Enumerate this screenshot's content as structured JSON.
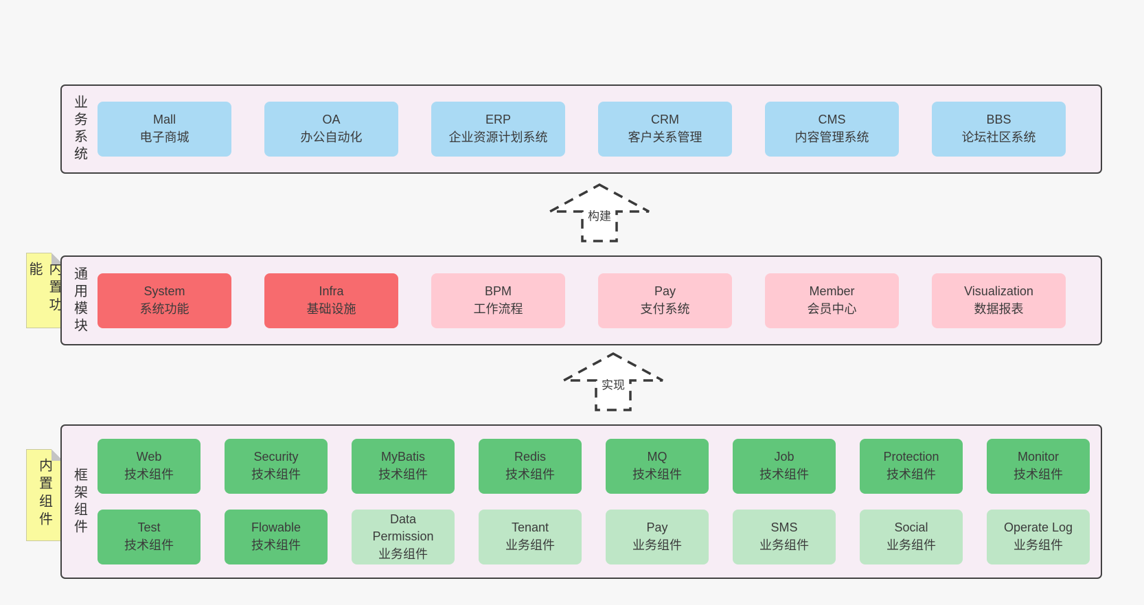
{
  "colors": {
    "page_bg": "#f7f7f7",
    "layer_bg": "#f7edf5",
    "layer_border": "#424242",
    "blue": "#aadaf4",
    "red": "#f76b6e",
    "pink": "#ffc9d2",
    "green": "#61c67a",
    "light_green": "#bee6c6",
    "sticky_yellow": "#fafa9e",
    "arrow_fill": "#ffffff",
    "text": "#3b3b3b"
  },
  "arrows": {
    "build": "构建",
    "implement": "实现"
  },
  "stickies": {
    "features": "内置功能",
    "components": "内置组件"
  },
  "layers": {
    "business": {
      "label": "业务系统",
      "items": [
        {
          "en": "Mall",
          "zh": "电子商城"
        },
        {
          "en": "OA",
          "zh": "办公自动化"
        },
        {
          "en": "ERP",
          "zh": "企业资源计划系统"
        },
        {
          "en": "CRM",
          "zh": "客户关系管理"
        },
        {
          "en": "CMS",
          "zh": "内容管理系统"
        },
        {
          "en": "BBS",
          "zh": "论坛社区系统"
        }
      ]
    },
    "modules": {
      "label": "通用模块",
      "items": [
        {
          "en": "System",
          "zh": "系统功能"
        },
        {
          "en": "Infra",
          "zh": "基础设施"
        },
        {
          "en": "BPM",
          "zh": "工作流程"
        },
        {
          "en": "Pay",
          "zh": "支付系统"
        },
        {
          "en": "Member",
          "zh": "会员中心"
        },
        {
          "en": "Visualization",
          "zh": "数据报表"
        }
      ]
    },
    "components": {
      "label": "框架组件",
      "row1": [
        {
          "en": "Web",
          "zh": "技术组件"
        },
        {
          "en": "Security",
          "zh": "技术组件"
        },
        {
          "en": "MyBatis",
          "zh": "技术组件"
        },
        {
          "en": "Redis",
          "zh": "技术组件"
        },
        {
          "en": "MQ",
          "zh": "技术组件"
        },
        {
          "en": "Job",
          "zh": "技术组件"
        },
        {
          "en": "Protection",
          "zh": "技术组件"
        },
        {
          "en": "Monitor",
          "zh": "技术组件"
        }
      ],
      "row2": [
        {
          "en": "Test",
          "zh": "技术组件"
        },
        {
          "en": "Flowable",
          "zh": "技术组件"
        },
        {
          "en": "Data Permission",
          "zh": "业务组件"
        },
        {
          "en": "Tenant",
          "zh": "业务组件"
        },
        {
          "en": "Pay",
          "zh": "业务组件"
        },
        {
          "en": "SMS",
          "zh": "业务组件"
        },
        {
          "en": "Social",
          "zh": "业务组件"
        },
        {
          "en": "Operate Log",
          "zh": "业务组件"
        }
      ]
    }
  }
}
